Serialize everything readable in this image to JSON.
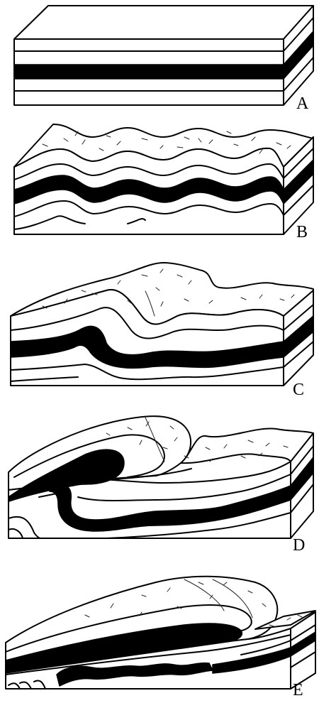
{
  "figure": {
    "panels": [
      {
        "label": "A"
      },
      {
        "label": "B"
      },
      {
        "label": "C"
      },
      {
        "label": "D"
      },
      {
        "label": "E"
      }
    ]
  },
  "colors": {
    "ink": "#000000",
    "paper": "#ffffff"
  }
}
